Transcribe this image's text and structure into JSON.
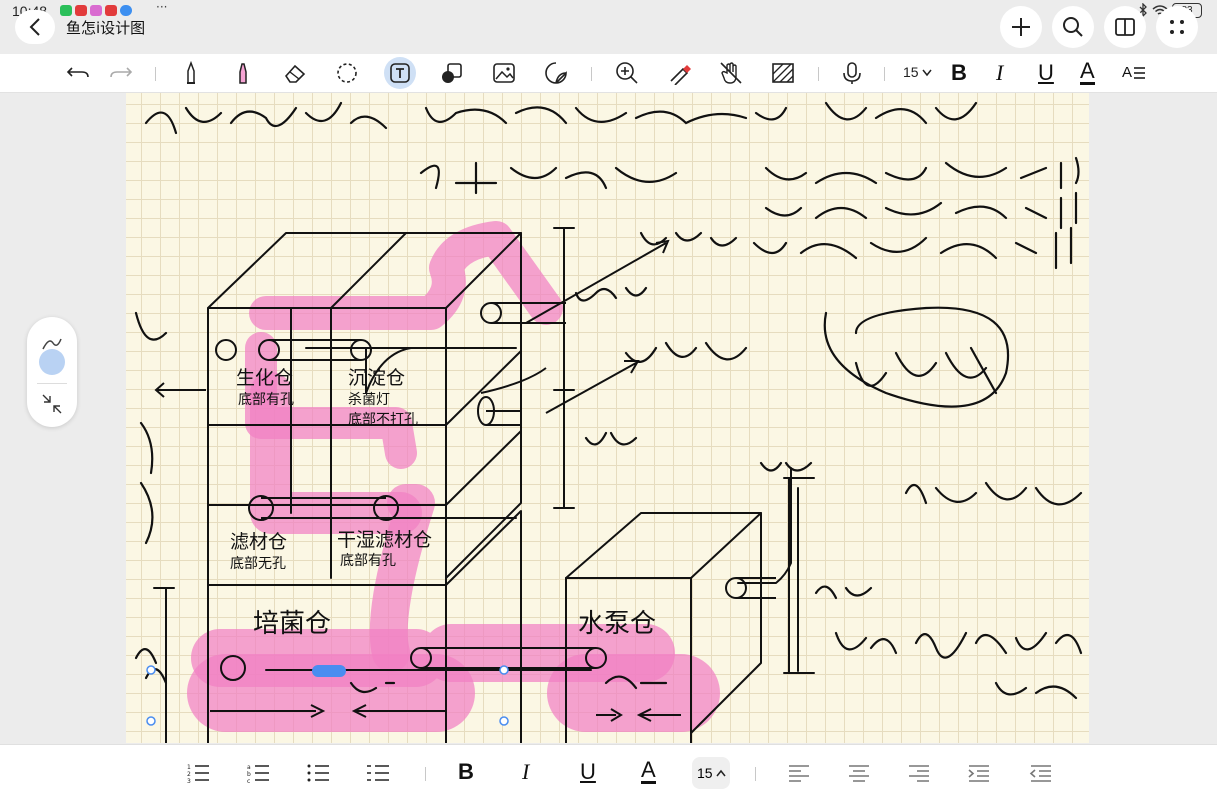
{
  "status_bar": {
    "time": "10:48",
    "more": "···",
    "battery": "83"
  },
  "header": {
    "title": "鱼怎i设计图"
  },
  "toolbar": {
    "font_size": "15"
  },
  "bottom_toolbar": {
    "font_size": "15"
  },
  "canvas": {
    "labels": {
      "shenghua": "生化仓",
      "shenghua_sub": "底部有孔",
      "chendian": "沉淀仓",
      "chendian_sub1": "杀菌灯",
      "chendian_sub2": "底部不打孔",
      "lvcai": "滤材仓",
      "lvcai_sub": "底部无孔",
      "ganshi": "干湿滤材仓",
      "ganshi_sub": "底部有孔",
      "peijun": "培菌仓",
      "shuibeng": "水泵仓"
    }
  },
  "colors": {
    "highlight": "#f17fc4",
    "grid": "#e6dcbf",
    "paper": "#fbf7e4",
    "accent": "#4a8df0"
  }
}
